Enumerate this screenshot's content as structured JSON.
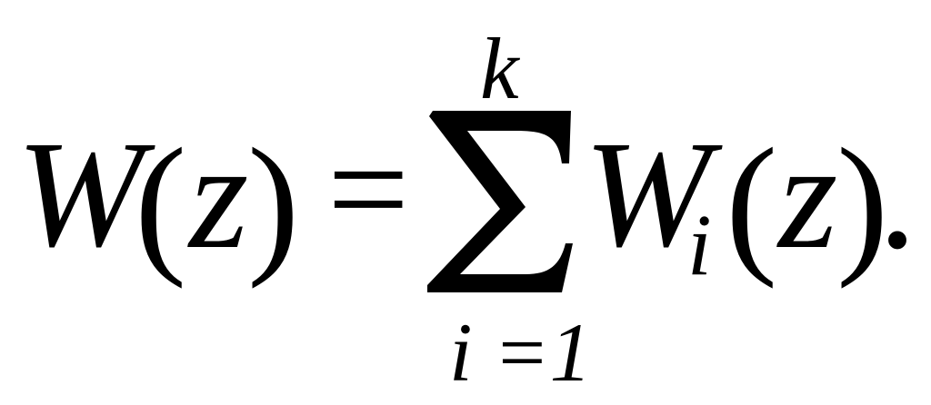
{
  "formula": {
    "lhs": {
      "function": "W",
      "open_paren": "(",
      "variable": "z",
      "close_paren": ")"
    },
    "equals": "=",
    "sum": {
      "upper_limit": "k",
      "lower_limit": "i =1"
    },
    "rhs": {
      "function": "W",
      "subscript": "i",
      "open_paren": "(",
      "variable": "z",
      "close_paren": ")",
      "trailing": "."
    }
  }
}
